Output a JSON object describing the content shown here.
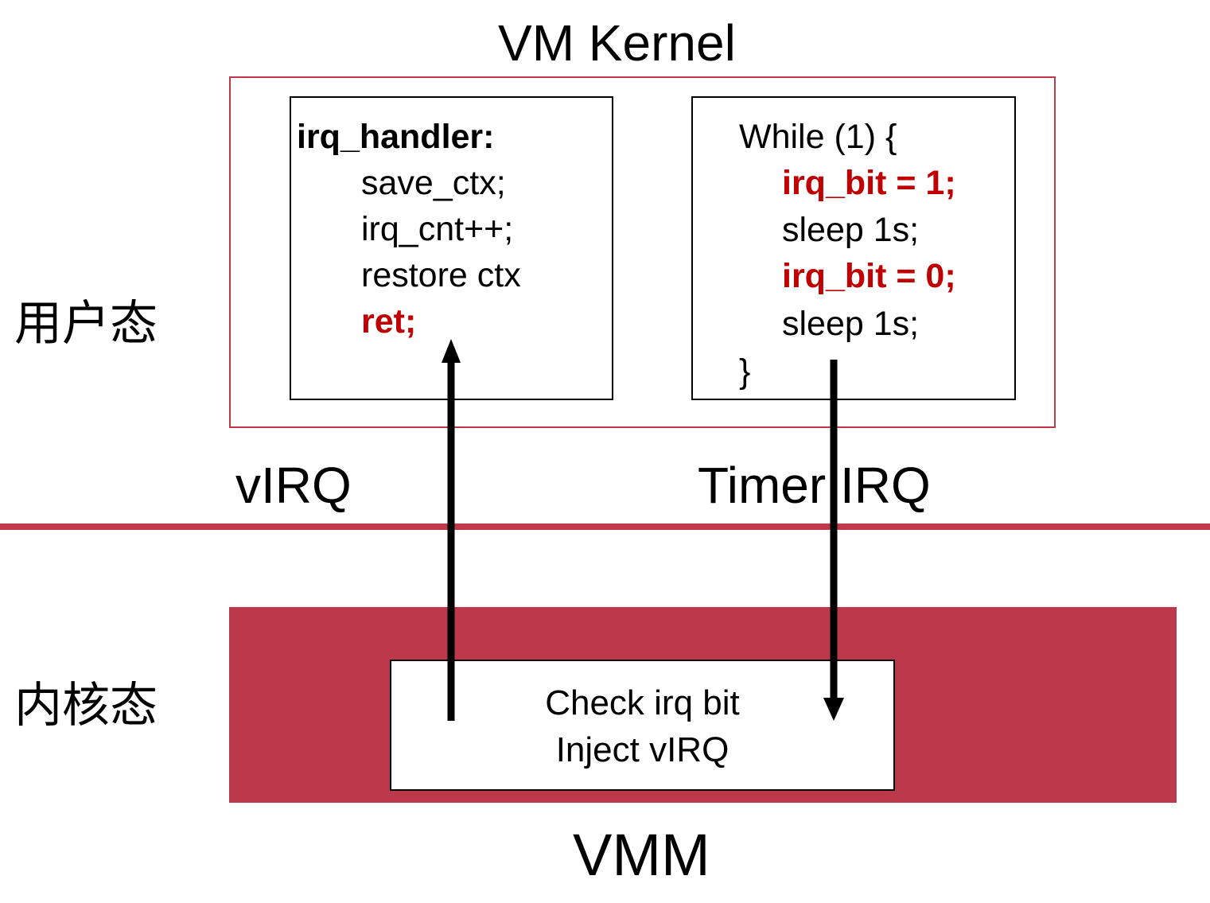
{
  "vm_kernel_title": "VM Kernel",
  "user_mode_label": "用户态",
  "kernel_mode_label": "内核态",
  "virq_label": "vIRQ",
  "timer_irq_label": "Timer IRQ",
  "vmm_label": "VMM",
  "irq_handler": {
    "header": "irq_handler:",
    "lines": [
      "save_ctx;",
      "irq_cnt++;",
      "restore ctx",
      "ret;"
    ]
  },
  "timer_loop": {
    "open": "While (1) {",
    "lines": [
      "irq_bit = 1;",
      "sleep 1s;",
      "irq_bit = 0;",
      "sleep 1s;"
    ],
    "close": "}"
  },
  "vmm_box": {
    "line1": "Check irq bit",
    "line2": "Inject vIRQ"
  },
  "colors": {
    "accent_red": "#bc384b",
    "code_red": "#c00000"
  }
}
